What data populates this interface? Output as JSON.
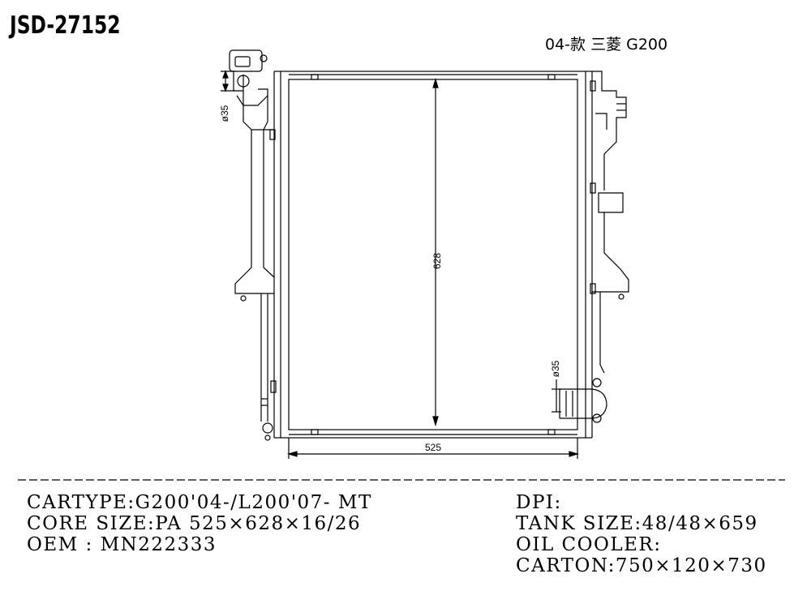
{
  "header": {
    "part_number": "JSD-27152",
    "model_title": "04-款 三菱 G200"
  },
  "drawing": {
    "dim_height": "628",
    "dim_width": "525",
    "dim_inlet_diameter": "ø35",
    "dim_outlet_diameter": "ø35"
  },
  "specs_left": {
    "cartype": "CARTYPE:G200'04-/L200'07- MT",
    "core_size": "CORE SIZE:PA 525×628×16/26",
    "oem": "OEM : MN222333"
  },
  "specs_right": {
    "dpi": "DPI:",
    "tank_size": "TANK SIZE:48/48×659",
    "oil_cooler": "OIL COOLER:",
    "carton": "CARTON:750×120×730"
  }
}
